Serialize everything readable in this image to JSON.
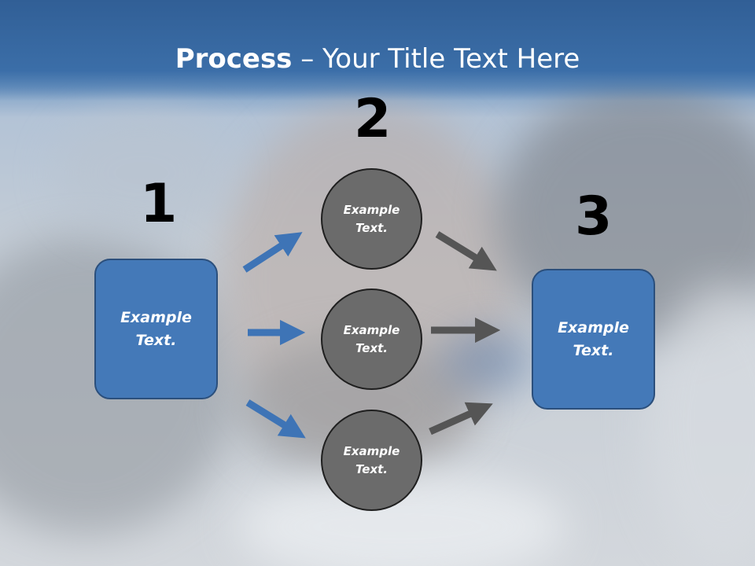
{
  "slide": {
    "title_bold": "Process",
    "title_rest": " – Your Title Text Here"
  },
  "steps": {
    "one": "1",
    "two": "2",
    "three": "3"
  },
  "boxes": {
    "left": "Example Text.",
    "right": "Example Text."
  },
  "circles": {
    "top": "Example Text.",
    "middle": "Example Text.",
    "bottom": "Example Text."
  },
  "colors": {
    "title_band": "#3b6ea8",
    "box_fill": "#4479b8",
    "box_border": "#2b4f7c",
    "circle_fill": "#6b6b6b",
    "circle_border": "#1f1f1f",
    "blue_arrow": "#3e74b6",
    "gray_arrow": "#555555"
  }
}
